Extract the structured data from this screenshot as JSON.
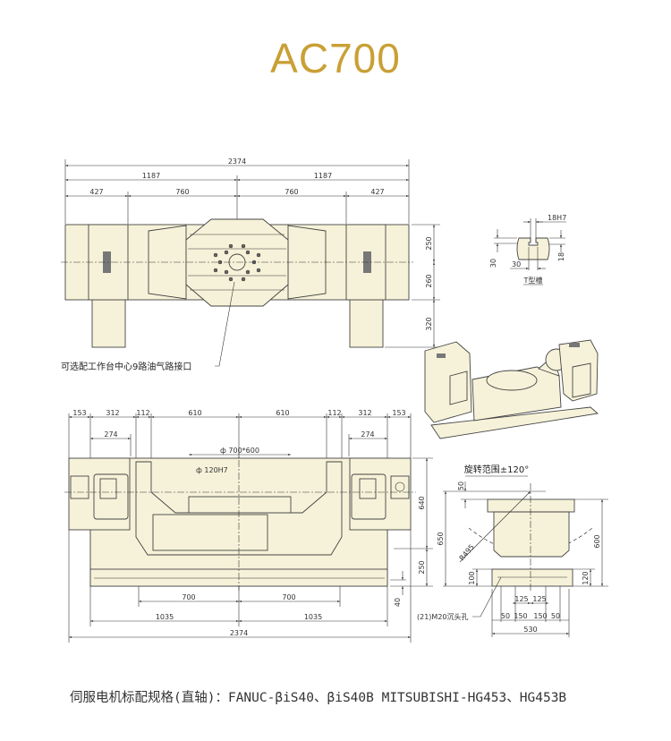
{
  "title": "AC700",
  "colors": {
    "title": "#c9a035",
    "part_fill": "#f6f2d9",
    "line": "#333333"
  },
  "top_view": {
    "dims": {
      "overall": "2374",
      "half_left": "1187",
      "half_right": "1187",
      "side_left": "427",
      "inner_left": "760",
      "inner_right": "760",
      "side_right": "427",
      "h_upper": "250",
      "h_lower": "260",
      "leg": "320"
    },
    "callout": "可选配工作台中心9路油气路接口"
  },
  "t_slot": {
    "width": "18H7",
    "depth_left": "30",
    "bottom_width": "30",
    "depth_right": "18",
    "caption": "T型槽"
  },
  "front_view": {
    "top_dims": [
      "153",
      "312",
      "112",
      "610",
      "610",
      "112",
      "312",
      "153"
    ],
    "motor_dims": [
      "274",
      "274"
    ],
    "fixture": "ф 700*600",
    "bore": "ф 120H7",
    "bottom_700": [
      "700",
      "700"
    ],
    "bottom_1035": [
      "1035",
      "1035"
    ],
    "overall": "2374",
    "height_upper": "640",
    "height_lower": "250",
    "base": "40"
  },
  "side_view": {
    "rotation_range": "旋转范围±120°",
    "d50": "50",
    "d650": "650",
    "d600": "600",
    "radius": "R495",
    "d100": "100",
    "d120": "120",
    "spacing_125": [
      "125",
      "125"
    ],
    "spacing_row": [
      "50",
      "150",
      "150",
      "50"
    ],
    "base_width": "530",
    "holes": "(21)M20沉头孔"
  },
  "footer": "伺服电机标配规格(直轴)：FANUC-βiS40、βiS40B  MITSUBISHI-HG453、HG453B"
}
